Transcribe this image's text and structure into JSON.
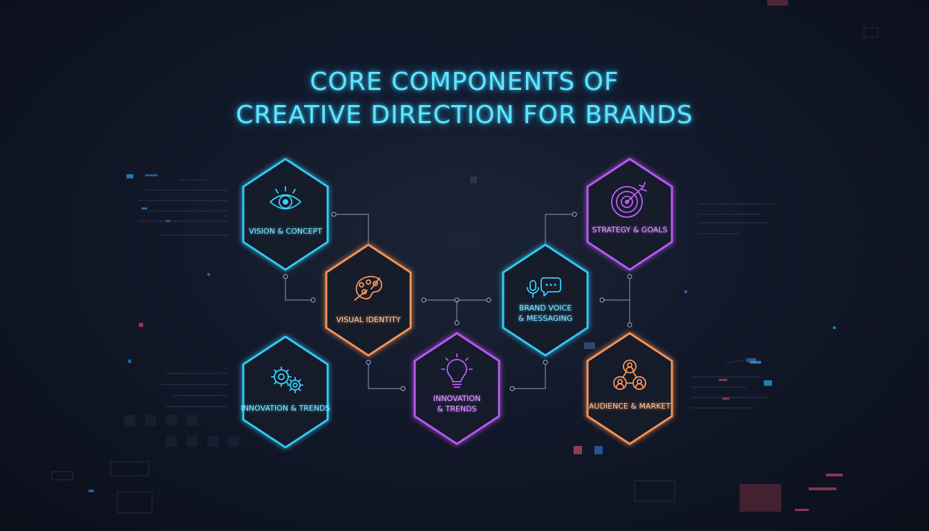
{
  "title": {
    "line1": "CORE COMPONENTS OF",
    "line2": "CREATIVE DIRECTION FOR BRANDS"
  },
  "colors": {
    "cyan": "#36d3ff",
    "orange": "#ff9a5a",
    "purple": "#c25cff",
    "connector": "#8fa3c6"
  },
  "components": [
    {
      "id": "vision",
      "label": "VISION & CONCEPT",
      "icon": "eye-icon",
      "color": "cyan"
    },
    {
      "id": "visual",
      "label": "VISUAL IDENTITY",
      "icon": "palette-icon",
      "color": "orange"
    },
    {
      "id": "innov-left",
      "label": "INNOVATION & TRENDS",
      "icon": "gears-icon",
      "color": "cyan"
    },
    {
      "id": "innov-center",
      "label": "INNOVATION\n& TRENDS",
      "icon": "lightbulb-icon",
      "color": "purple"
    },
    {
      "id": "voice",
      "label": "BRAND VOICE\n& MESSAGING",
      "icon": "speech-icon",
      "color": "cyan"
    },
    {
      "id": "strategy",
      "label": "STRATEGY & GOALS",
      "icon": "target-icon",
      "color": "purple"
    },
    {
      "id": "audience",
      "label": "AUDIENCE & MARKET",
      "icon": "audience-icon",
      "color": "orange"
    }
  ]
}
